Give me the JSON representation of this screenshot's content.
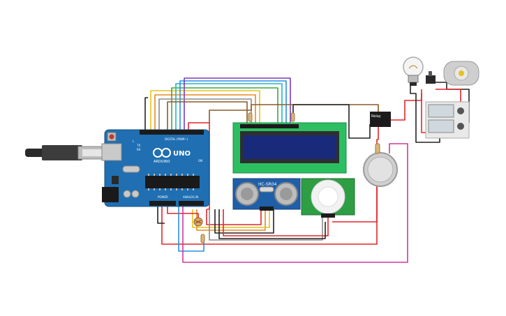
{
  "arduino": {
    "brand": "ARDUINO",
    "model": "UNO",
    "digital_label": "DIGITAL (PWM~)",
    "power_label": "POWER",
    "analog_label": "ANALOG IN",
    "tx_label": "TX",
    "rx_label": "RX",
    "l_label": "L",
    "on_label": "ON"
  },
  "ultrasonic": {
    "label": "HC-SR04"
  },
  "relay": {
    "label": "Relay"
  },
  "colors": {
    "board_blue": "#1f6fb2",
    "lcd_green": "#2bbf62",
    "lcd_screen": "#1a2a7a",
    "pir_green": "#2e9e44",
    "wire_red": "#e0262b",
    "wire_black": "#222222",
    "wire_pink": "#d0389c",
    "wire_blue": "#2a8fe0",
    "wire_yellow": "#e6c21e",
    "wire_orange": "#e88a1e",
    "wire_green": "#3aa83a",
    "wire_purple": "#7a3ac0",
    "wire_cyan": "#1fb6c9",
    "wire_brown": "#8a5a2a",
    "wire_gray": "#8a8a8a"
  },
  "icons": [
    "usb-cable-icon",
    "light-bulb-icon",
    "dc-motor-icon",
    "switch-icon",
    "battery-pack-icon",
    "gas-sensor-icon",
    "photoresistor-icon",
    "resistor-icon"
  ]
}
